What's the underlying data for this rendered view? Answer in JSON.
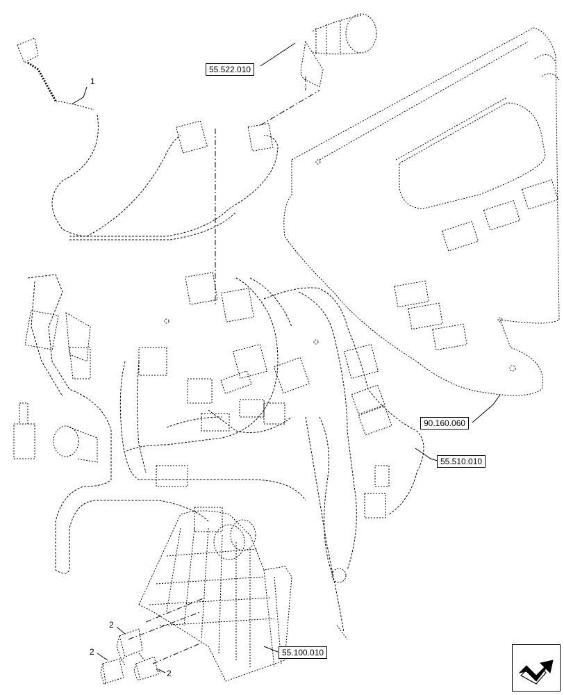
{
  "diagram": {
    "reference_boxes": [
      {
        "id": "ref-55-522-010",
        "text": "55.522.010"
      },
      {
        "id": "ref-90-160-060",
        "text": "90.160.060"
      },
      {
        "id": "ref-55-510-010",
        "text": "55.510.010"
      },
      {
        "id": "ref-55-100-010",
        "text": "55.100.010"
      }
    ],
    "callouts": [
      {
        "id": "callout-1",
        "text": "1"
      },
      {
        "id": "callout-2a",
        "text": "2"
      },
      {
        "id": "callout-2b",
        "text": "2"
      },
      {
        "id": "callout-2c",
        "text": "2"
      }
    ],
    "nav_icon": "next-page-arrow-icon",
    "colors": {
      "line": "#000000",
      "background": "#ffffff"
    }
  }
}
